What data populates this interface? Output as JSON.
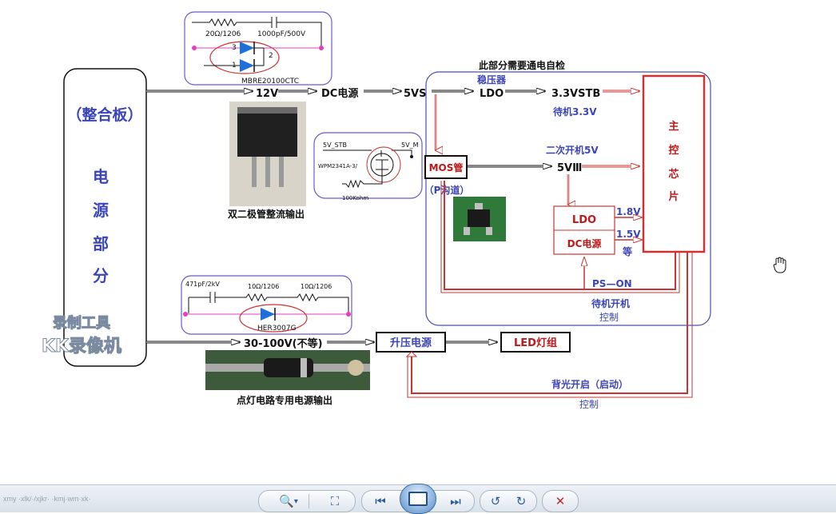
{
  "colors": {
    "blue_text": "#3b45b8",
    "red_line": "#cc3333",
    "dark_red": "#c01818",
    "purple_box": "#6a5acd",
    "magenta_dot": "#e040c0",
    "black": "#111111"
  },
  "labels": {
    "board_title": "（整合板）",
    "board_vertical": [
      "电",
      "源",
      "部",
      "分"
    ],
    "watermark_line1": "录制工具",
    "watermark_line2": "KK录像机",
    "rc_resistor": "20Ω/1206",
    "rc_capacitor": "1000pF/500V",
    "diode_pin3": "3",
    "diode_pin1": "1",
    "diode_pin2": "2",
    "diode_part": "MBRE20100CTC",
    "v12": "12V",
    "dc_power": "DC电源",
    "v5vs": "5VS",
    "dual_diode_caption": "双二极管整流输出",
    "mos_5vstb": "5V_STB",
    "mos_5vm": "5V_M",
    "mos_part": "WPM2341A-3/",
    "mos_resistor": "100Kohm",
    "self_check_title": "此部分需要通电自检",
    "regulator": "稳压器",
    "ldo_top": "LDO",
    "v33stb": "3.3VSTB",
    "standby33": "待机3.3V",
    "main_chip": [
      "主",
      "控",
      "芯",
      "片"
    ],
    "mos_tube": "MOS管",
    "p_channel": "（P沟道）",
    "second_boot": "二次开机5V",
    "v5v_m": "5VⅢ",
    "ldo_box": "LDO",
    "dc_box": "DC电源",
    "v18": "1.8V",
    "v15": "1.5V",
    "deng": "等",
    "ps_on": "PS—ON",
    "standby_boot": "待机开机",
    "control1": "控制",
    "c471": "471pF/2kV",
    "r10a": "10Ω/1206",
    "r10b": "10Ω/1206",
    "her_part": "HER3007G",
    "v30_100": "30-100V(不等)",
    "boost_power": "升压电源",
    "led_group": "LED灯组",
    "backlight_on": "背光开启（启动）",
    "control2": "控制",
    "lamp_caption": "点灯电路专用电源输出"
  },
  "toolbar": {
    "status": "xmy ·xlk/·/xjkr· ·kmj·wm·xk·",
    "zoom_icon": "🔍",
    "zoom_caret": "▾",
    "fit_icon": "⛶",
    "prev_icon": "⏮",
    "next_icon": "⏭",
    "rotate_ccw_icon": "↺",
    "rotate_cw_icon": "↻",
    "delete_icon": "✕"
  }
}
